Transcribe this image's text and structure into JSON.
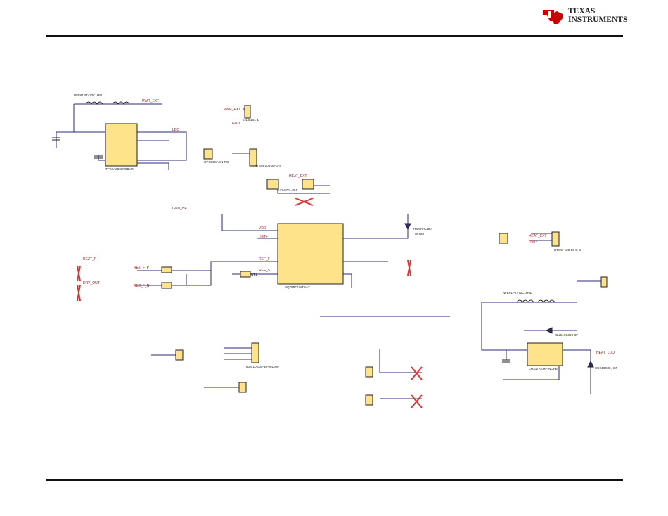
{
  "brand": {
    "line1": "TEXAS",
    "line2": "INSTRUMENTS"
  },
  "colors": {
    "wire": "#2b2b7a",
    "net": "#8b1a1a",
    "part": "#222222",
    "chip": "#ffe38a",
    "dnp": "#e03030",
    "rule": "#111111"
  },
  "labels": {
    "pwr_ext": "PWR_EXT",
    "pwr_ext2": "PWR_EXT",
    "heat_ext": "HEAT_EXT",
    "heat_ext2": "HEAT_EXT",
    "heat_ldo": "HEAT_LDO",
    "ldo": "LDO",
    "vdd": "VDD",
    "het": "HET+",
    "het2": "HET-",
    "rezt": "REZT_F",
    "dry_out": "DRY_OUT",
    "rezf_p": "REZ_F_P",
    "rezf_n": "REZ_F_N",
    "ref_f": "REF_F",
    "ref_s": "REF_S",
    "gnd": "GND",
    "gnd_het": "GND_HET",
    "ic_u1": "TPS7A2033PDBVR",
    "ic_u2": "BQ79BOVNTSAZ",
    "ic_u3": "LM317AEMP-NOPB",
    "nfe1": "NFE61PT472C1H9L",
    "nfe2": "NFE61PT472C1H9L",
    "conn_hdr": "HTSW-105-08-G-S",
    "conn_hdr2": "HTSW-103-08-G-S",
    "conn_j": "5-146261-1",
    "conn_b": "142-0701-851",
    "conn_c": "GPC02SACN-RC",
    "led": "HSMR-C190",
    "led2": "Amber",
    "ntc": "NT1",
    "osc": "80S-10-005-10-001000",
    "dio": "CUS10S30,H3F",
    "dio2": "CUS10S30,H3F"
  }
}
